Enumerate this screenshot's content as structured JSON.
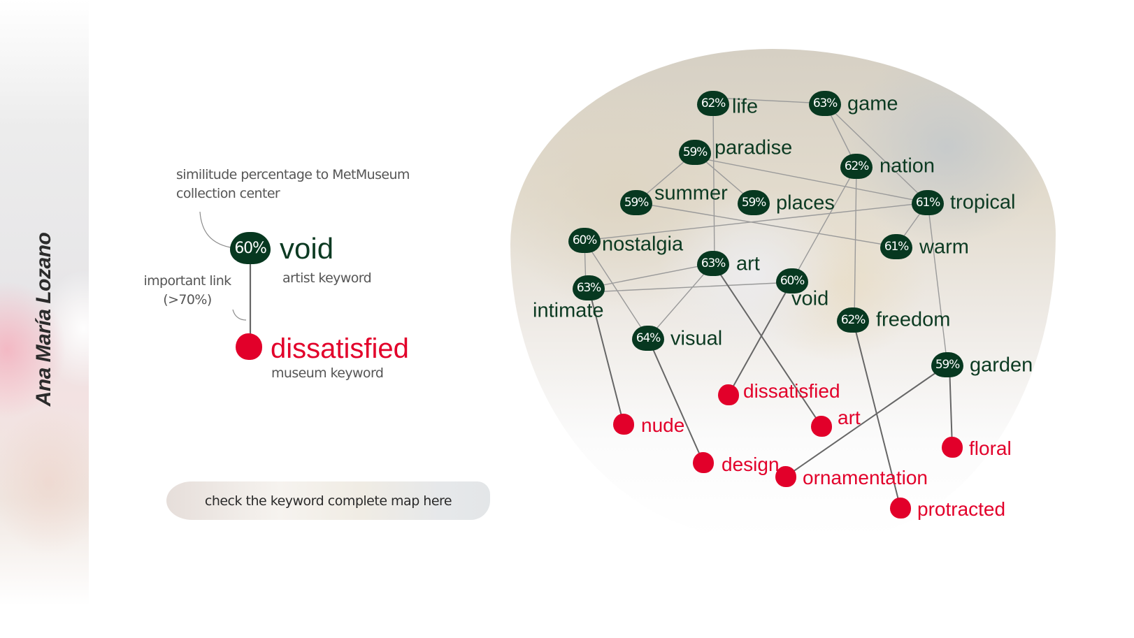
{
  "sidebar": {
    "author_name": "Ana María Lozano"
  },
  "legend": {
    "similitude_line1": "similitude percentage to MetMuseum",
    "similitude_line2": "collection center",
    "important_link_line1": "important link",
    "important_link_line2": "(>70%)",
    "example_artist": {
      "percent": "60%",
      "word": "void",
      "caption": "artist keyword"
    },
    "example_museum": {
      "word": "dissatisfied",
      "caption": "museum keyword"
    }
  },
  "cta": {
    "label": "check the keyword complete map here"
  },
  "colors": {
    "artist_badge": "#073820",
    "artist_text": "#0c3a22",
    "museum": "#e2002a",
    "edge": "#9a9a9a",
    "important_edge": "#666666"
  },
  "chart_data": {
    "type": "network",
    "title": "Ana María Lozano keyword map",
    "artist_keywords": [
      {
        "id": "life",
        "label": "life",
        "percent": 62
      },
      {
        "id": "game",
        "label": "game",
        "percent": 63
      },
      {
        "id": "paradise",
        "label": "paradise",
        "percent": 59
      },
      {
        "id": "nation",
        "label": "nation",
        "percent": 62
      },
      {
        "id": "summer",
        "label": "summer",
        "percent": 59
      },
      {
        "id": "places",
        "label": "places",
        "percent": 59
      },
      {
        "id": "tropical",
        "label": "tropical",
        "percent": 61
      },
      {
        "id": "nostalgia",
        "label": "nostalgia",
        "percent": 60
      },
      {
        "id": "warm",
        "label": "warm",
        "percent": 61
      },
      {
        "id": "art",
        "label": "art",
        "percent": 63
      },
      {
        "id": "void",
        "label": "void",
        "percent": 60
      },
      {
        "id": "intimate",
        "label": "intimate",
        "percent": 63
      },
      {
        "id": "freedom",
        "label": "freedom",
        "percent": 62
      },
      {
        "id": "visual",
        "label": "visual",
        "percent": 64
      },
      {
        "id": "garden",
        "label": "garden",
        "percent": 59
      }
    ],
    "museum_keywords": [
      {
        "id": "m_dissatisfied",
        "label": "dissatisfied"
      },
      {
        "id": "m_nude",
        "label": "nude"
      },
      {
        "id": "m_art",
        "label": "art"
      },
      {
        "id": "m_floral",
        "label": "floral"
      },
      {
        "id": "m_design",
        "label": "design"
      },
      {
        "id": "m_ornamentation",
        "label": "ornamentation"
      },
      {
        "id": "m_protracted",
        "label": "protracted"
      }
    ],
    "links": [
      [
        "life",
        "game"
      ],
      [
        "life",
        "art"
      ],
      [
        "game",
        "nation"
      ],
      [
        "game",
        "tropical"
      ],
      [
        "paradise",
        "summer"
      ],
      [
        "paradise",
        "places"
      ],
      [
        "paradise",
        "tropical"
      ],
      [
        "nation",
        "void"
      ],
      [
        "nation",
        "freedom"
      ],
      [
        "summer",
        "warm"
      ],
      [
        "tropical",
        "nostalgia"
      ],
      [
        "tropical",
        "warm"
      ],
      [
        "tropical",
        "garden"
      ],
      [
        "nostalgia",
        "intimate"
      ],
      [
        "nostalgia",
        "visual"
      ],
      [
        "art",
        "intimate"
      ],
      [
        "art",
        "visual"
      ],
      [
        "intimate",
        "void"
      ]
    ],
    "important_links": [
      [
        "intimate",
        "m_nude"
      ],
      [
        "visual",
        "m_design"
      ],
      [
        "art",
        "m_art"
      ],
      [
        "void",
        "m_dissatisfied"
      ],
      [
        "freedom",
        "m_protracted"
      ],
      [
        "garden",
        "m_ornamentation"
      ],
      [
        "garden",
        "m_floral"
      ]
    ]
  },
  "map": {
    "life": {
      "percent": "62%",
      "word": "life"
    },
    "game": {
      "percent": "63%",
      "word": "game"
    },
    "paradise": {
      "percent": "59%",
      "word": "paradise"
    },
    "nation": {
      "percent": "62%",
      "word": "nation"
    },
    "summer": {
      "percent": "59%",
      "word": "summer"
    },
    "places": {
      "percent": "59%",
      "word": "places"
    },
    "tropical": {
      "percent": "61%",
      "word": "tropical"
    },
    "nostalgia": {
      "percent": "60%",
      "word": "nostalgia"
    },
    "warm": {
      "percent": "61%",
      "word": "warm"
    },
    "art": {
      "percent": "63%",
      "word": "art"
    },
    "void": {
      "percent": "60%",
      "word": "void"
    },
    "intimate": {
      "percent": "63%",
      "word": "intimate"
    },
    "freedom": {
      "percent": "62%",
      "word": "freedom"
    },
    "visual": {
      "percent": "64%",
      "word": "visual"
    },
    "garden": {
      "percent": "59%",
      "word": "garden"
    },
    "m_dissatisfied": "dissatisfied",
    "m_nude": "nude",
    "m_art": "art",
    "m_floral": "floral",
    "m_design": "design",
    "m_ornamentation": "ornamentation",
    "m_protracted": "protracted"
  }
}
